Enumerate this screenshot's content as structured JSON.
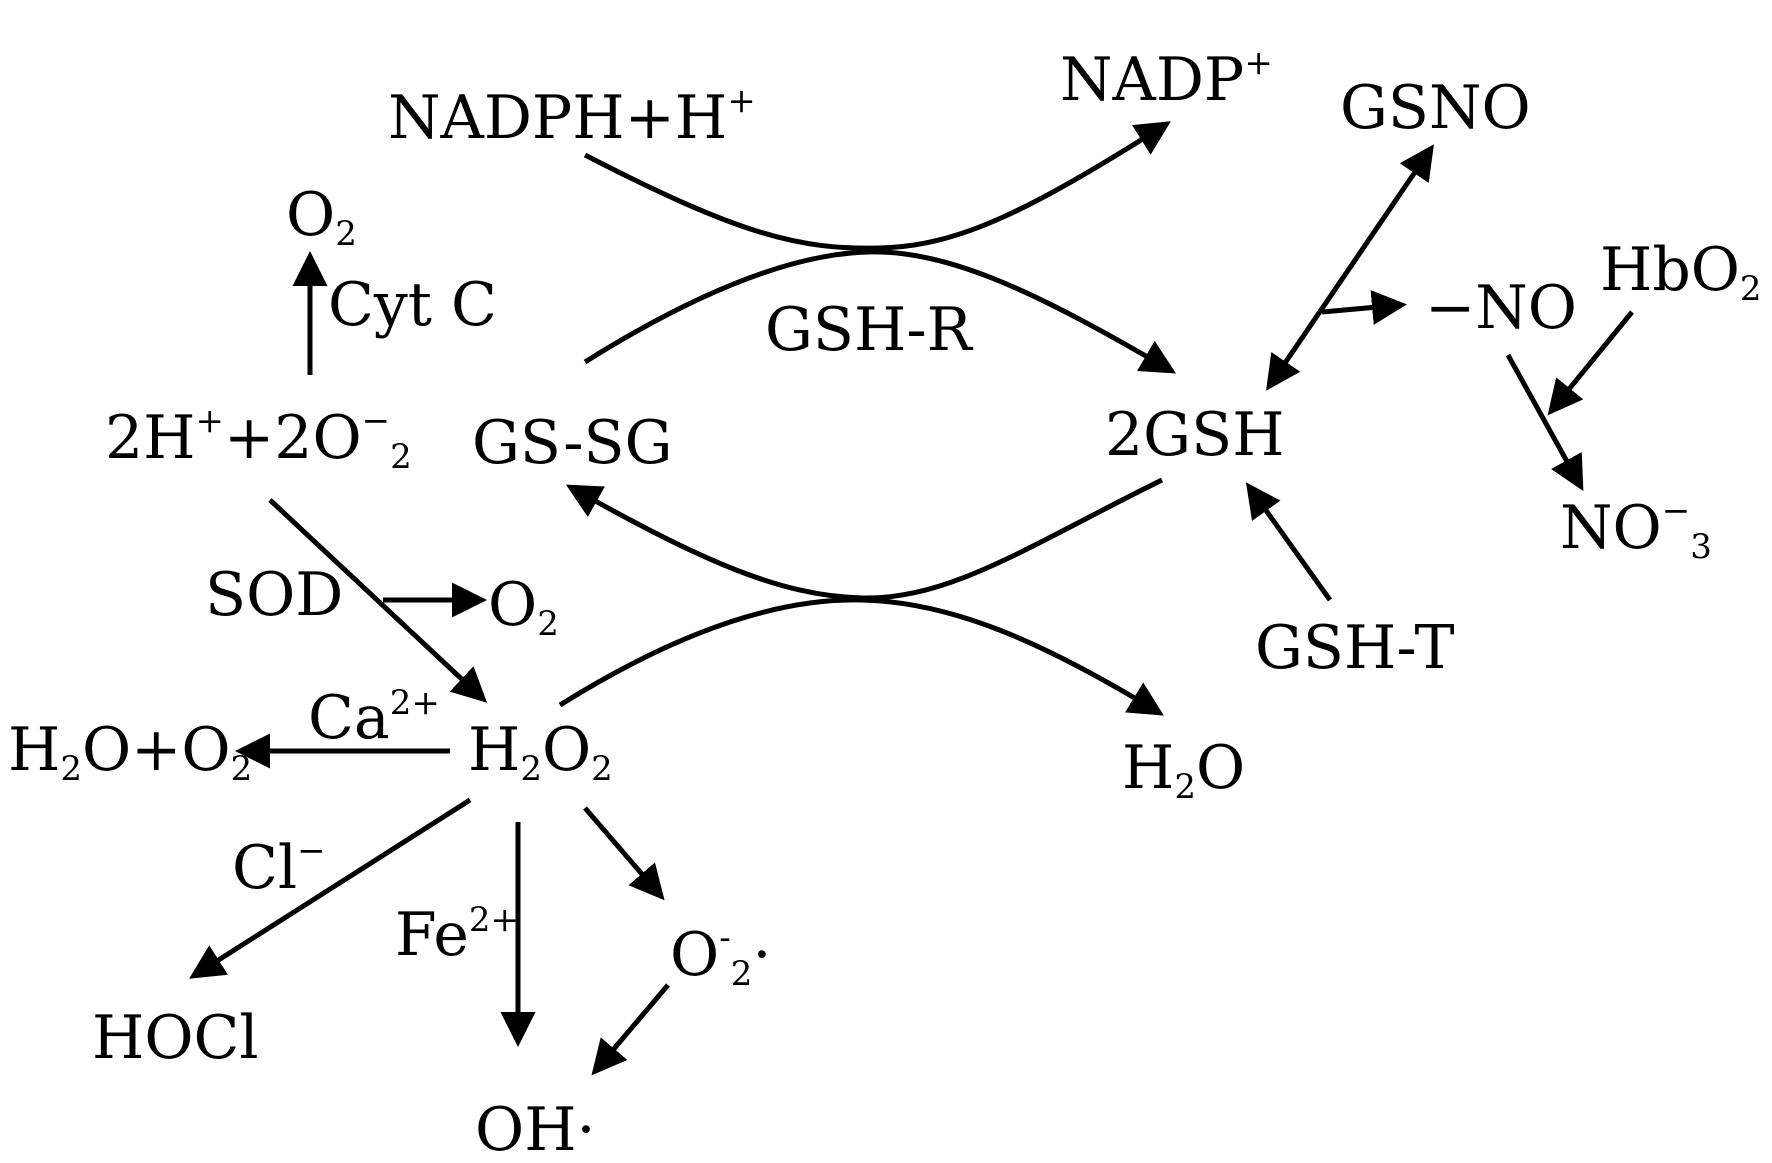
{
  "diagram": {
    "nodes": {
      "nadph": {
        "main": "NADPH+H",
        "sup": "+"
      },
      "nadp": {
        "main": "NADP",
        "sup": "+"
      },
      "gsno": {
        "main": "GSNO"
      },
      "o2_top": {
        "main": "O",
        "sub": "2"
      },
      "cytc": {
        "main": "Cyt C"
      },
      "gshr": {
        "main": "GSH-R"
      },
      "no": {
        "main": "−NO"
      },
      "hbo2": {
        "main": "HbO",
        "sub": "2"
      },
      "superoxide": {
        "a": "2H",
        "a_sup": "+",
        "b": "+2O",
        "b_sup": "−",
        "b_sub": "2"
      },
      "gssg": {
        "main": "GS-SG"
      },
      "gsh2": {
        "main": "2GSH"
      },
      "no3": {
        "main": "NO",
        "sup": "−",
        "sub": "3"
      },
      "sod": {
        "main": "SOD"
      },
      "o2_mid": {
        "main": "O",
        "sub": "2"
      },
      "gsht": {
        "main": "GSH-T"
      },
      "ca": {
        "main": "Ca",
        "sup": "2+"
      },
      "h2o_o2": {
        "a": "H",
        "a_sub": "2",
        "b": "O+O",
        "b_sub": "2"
      },
      "h2o2": {
        "a": "H",
        "a_sub": "2",
        "b": "O",
        "b_sub": "2"
      },
      "h2o": {
        "a": "H",
        "a_sub": "2",
        "b": "O"
      },
      "cl": {
        "main": "Cl",
        "sup": "−"
      },
      "fe": {
        "main": "Fe",
        "sup": "2+"
      },
      "o2rad": {
        "main": "O",
        "sup": "-",
        "sub": "2",
        "tail": "·"
      },
      "hocl": {
        "main": "HOCl"
      },
      "oh": {
        "main": "OH·"
      }
    }
  }
}
